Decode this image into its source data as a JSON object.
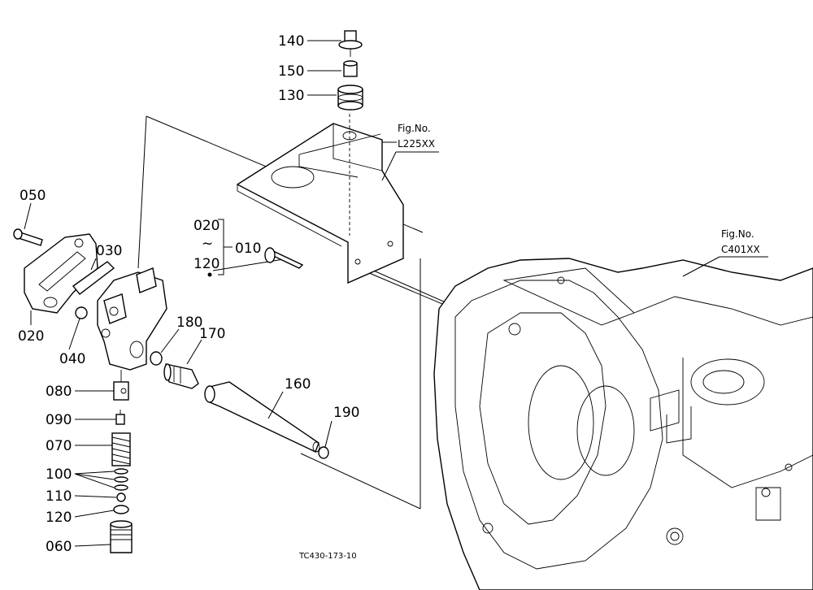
{
  "labels": {
    "p140": "140",
    "p150": "150",
    "p130": "130",
    "p050": "050",
    "p030": "030",
    "p020": "020",
    "p040": "040",
    "p020b": "020",
    "tilde": "~",
    "p120b": "120",
    "p010": "010",
    "p180": "180",
    "p170": "170",
    "p160": "160",
    "p190": "190",
    "p080": "080",
    "p090": "090",
    "p070": "070",
    "p100": "100",
    "p110": "110",
    "p120": "120",
    "p060": "060"
  },
  "figrefs": {
    "upper_title": "Fig.No.",
    "upper_code": "L225XX",
    "right_title": "Fig.No.",
    "right_code": "C401XX"
  },
  "drawing_code": "TC430-173-10"
}
